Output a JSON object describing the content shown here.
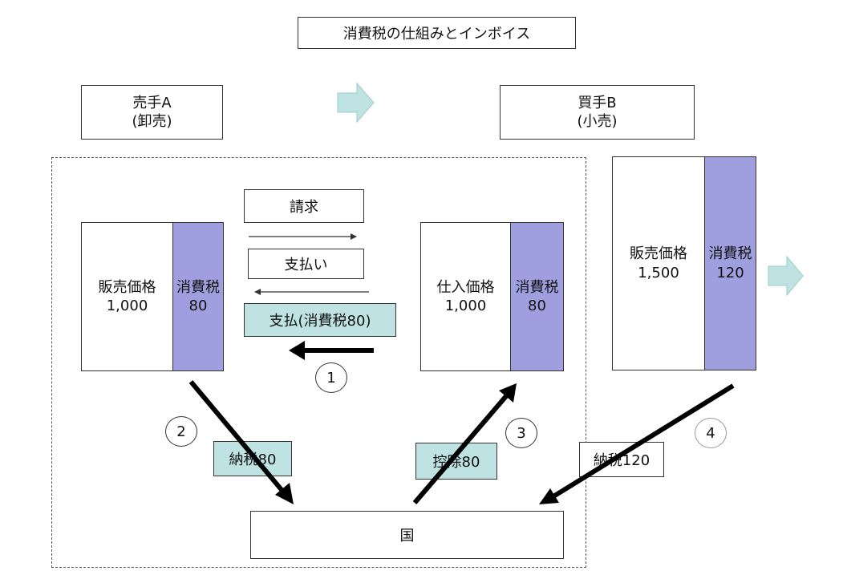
{
  "title": "消費税の仕組みとインボイス",
  "seller": {
    "line1": "売手A",
    "line2": "(卸売)"
  },
  "buyer": {
    "line1": "買手B",
    "line2": "(小売)"
  },
  "seller_block": {
    "price_label": "販売価格",
    "price_value": "1,000",
    "tax_label": "消費税",
    "tax_value": "80"
  },
  "buyer_purchase_block": {
    "price_label": "仕入価格",
    "price_value": "1,000",
    "tax_label": "消費税",
    "tax_value": "80"
  },
  "buyer_sales_block": {
    "price_label": "販売価格",
    "price_value": "1,500",
    "tax_label": "消費税",
    "tax_value": "120"
  },
  "flows": {
    "invoice": "請求",
    "payment": "支払い",
    "tax_payment": "支払(消費税80)"
  },
  "steps": {
    "step1": "1",
    "step2": "2",
    "step3": "3",
    "step4": "4"
  },
  "labels": {
    "seller_tax_payment": "納税80",
    "deduction": "控除80",
    "buyer_tax_payment": "納税120"
  },
  "government": "国",
  "colors": {
    "teal": "#bfe3e3",
    "purple": "#9f9fdf",
    "arrow_light": "#bfe3e3"
  }
}
